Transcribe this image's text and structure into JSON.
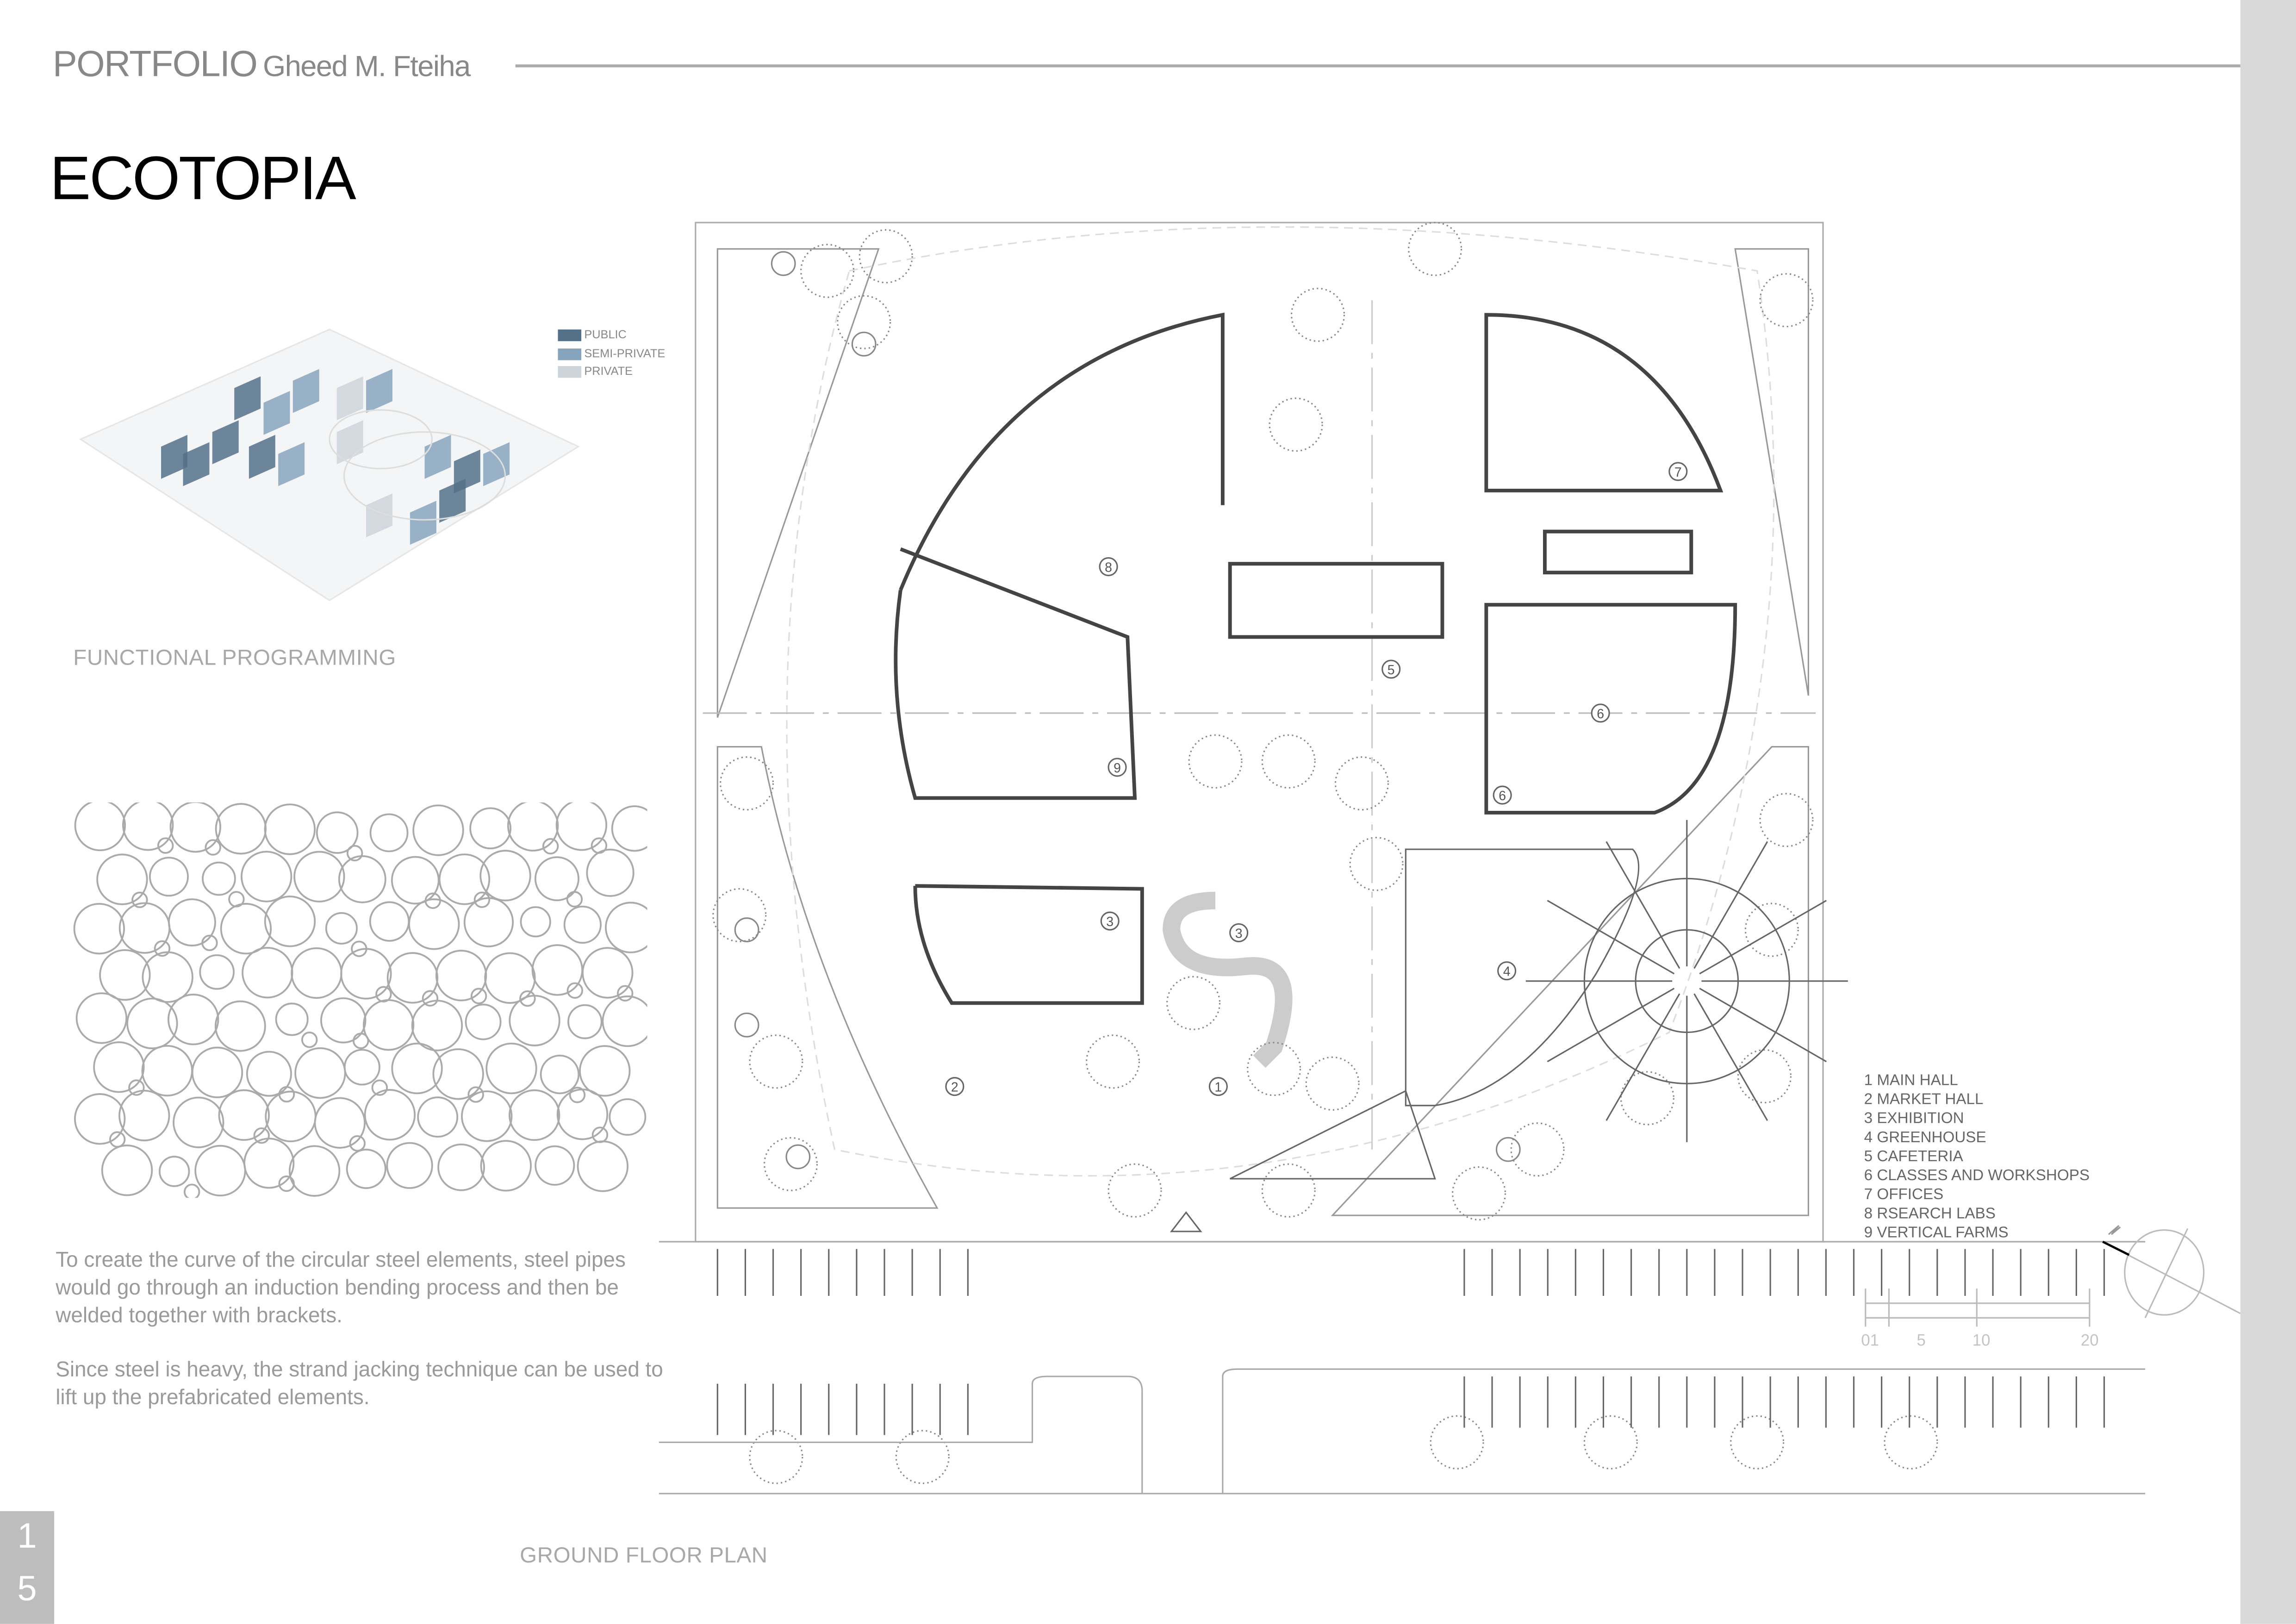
{
  "header": {
    "portfolio": "PORTFOLIO",
    "author": "Gheed M. Fteiha"
  },
  "project_title": "ECOTOPIA",
  "programming": {
    "caption": "FUNCTIONAL PROGRAMMING",
    "legend": [
      {
        "label": "PUBLIC",
        "color": "#557189"
      },
      {
        "label": "SEMI-PRIVATE",
        "color": "#87a4bd"
      },
      {
        "label": "PRIVATE",
        "color": "#ccd4da"
      }
    ]
  },
  "description": [
    "To create the curve of the circular steel elements, steel pipes would go through an induction bending process and then be welded together with brackets.",
    "Since steel is heavy, the strand jacking technique can be used to lift up the prefabricated elements."
  ],
  "page_number": {
    "digit1": "1",
    "digit2": "5"
  },
  "plan": {
    "caption": "GROUND FLOOR PLAN",
    "markers": [
      "1",
      "2",
      "3",
      "3",
      "4",
      "5",
      "6",
      "6",
      "7",
      "8",
      "9"
    ],
    "rooms": [
      "1 MAIN HALL",
      "2 MARKET HALL",
      "3 EXHIBITION",
      "4 GREENHOUSE",
      "5 CAFETERIA",
      "6 CLASSES AND WORKSHOPS",
      "7 OFFICES",
      "8 RSEARCH LABS",
      "9 VERTICAL FARMS"
    ],
    "scale_labels": [
      "01",
      "5",
      "10",
      "20"
    ],
    "north_icon": "north-arrow-icon"
  }
}
